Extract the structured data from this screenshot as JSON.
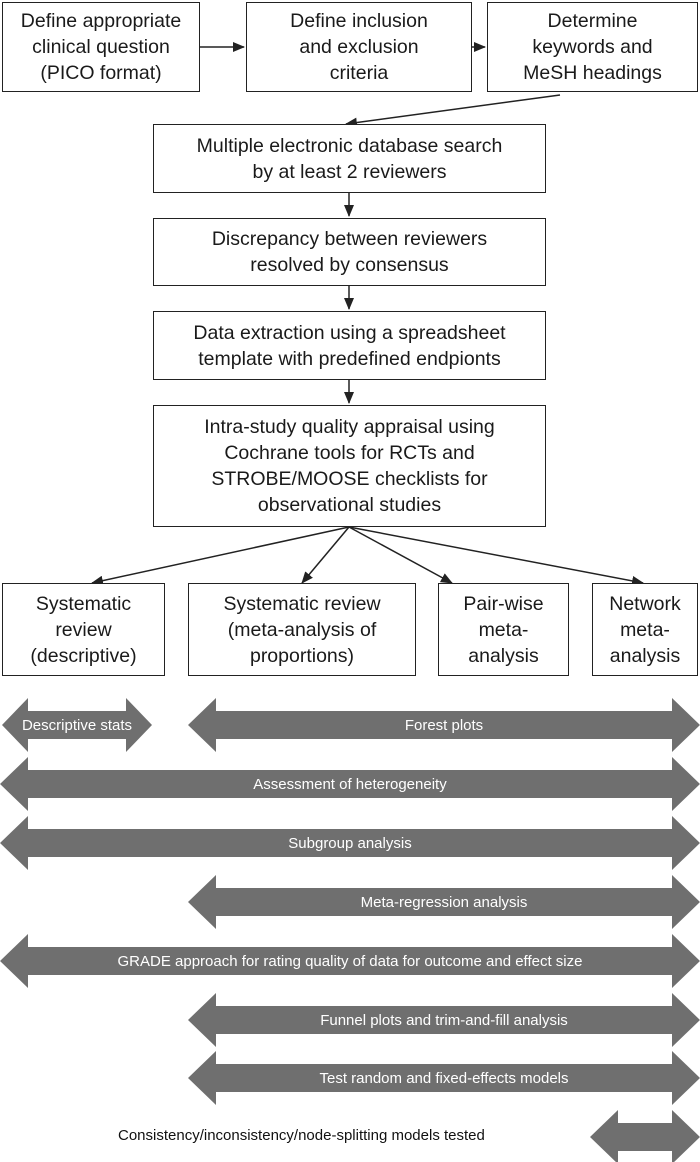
{
  "colors": {
    "box_border": "#222222",
    "arrow": "#222222",
    "band_fill": "#6f6f6f",
    "band_text": "#ffffff"
  },
  "steps": {
    "pico": "Define appropriate\nclinical question\n(PICO format)",
    "criteria": "Define inclusion\nand exclusion\ncriteria",
    "keywords": "Determine\nkeywords and\nMeSH headings",
    "search": "Multiple electronic database search\nby at least 2 reviewers",
    "discrepancy": "Discrepancy between reviewers\nresolved by consensus",
    "extraction": "Data extraction using a spreadsheet\ntemplate with predefined endpionts",
    "quality": "Intra-study quality appraisal using\nCochrane tools for RCTs and\nSTROBE/MOOSE checklists for\nobservational studies"
  },
  "review_types": {
    "descriptive": "Systematic\nreview\n(descriptive)",
    "proportions": "Systematic review\n(meta-analysis of\nproportions)",
    "pairwise": "Pair-wise\nmeta-\nanalysis",
    "network": "Network\nmeta-\nanalysis"
  },
  "analyses": {
    "descriptive_stats": "Descriptive stats",
    "forest_plots": "Forest plots",
    "heterogeneity": "Assessment of heterogeneity",
    "subgroup": "Subgroup analysis",
    "meta_regression": "Meta-regression analysis",
    "grade": "GRADE approach for rating quality of data for outcome and effect size",
    "funnel": "Funnel plots and trim-and-fill analysis",
    "models": "Test random and fixed-effects models",
    "consistency": "Consistency/inconsistency/node-splitting models tested"
  }
}
